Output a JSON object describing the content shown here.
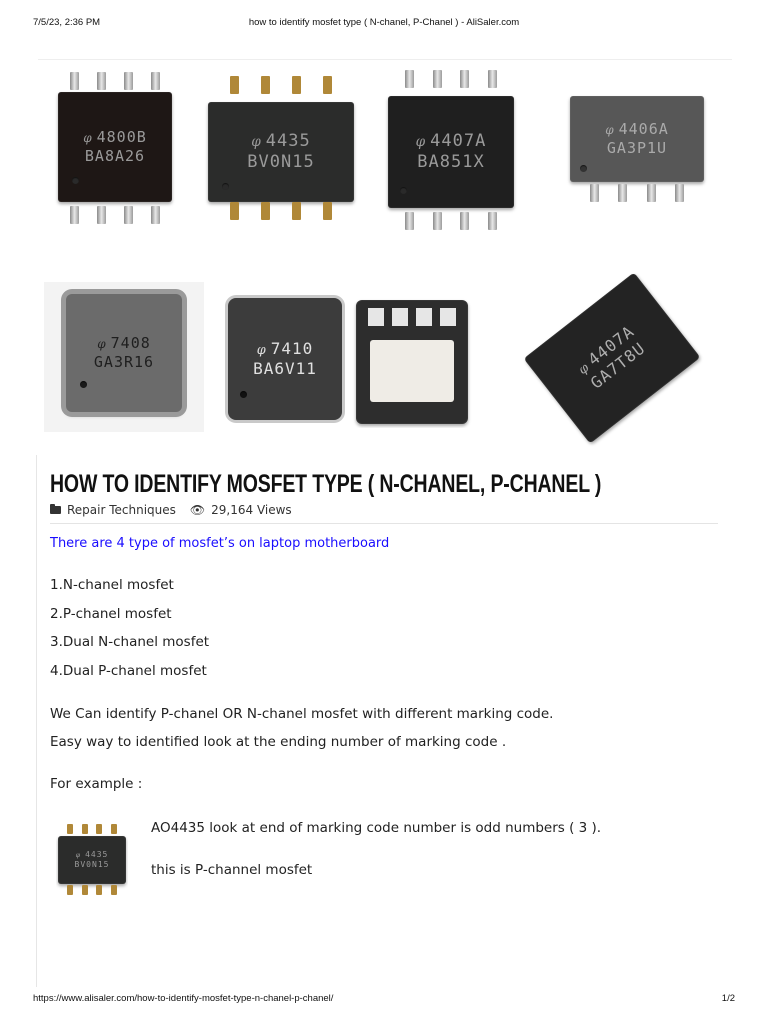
{
  "print_header": {
    "datetime": "7/5/23, 2:36 PM",
    "title": "how to identify mosfet type ( N-chanel, P-Chanel ) - AliSaler.com"
  },
  "print_footer": {
    "url": "https://www.alisaler.com/how-to-identify-mosfet-type-n-chanel-p-chanel/",
    "page": "1/2"
  },
  "hero_chips": [
    {
      "line1": "4800B",
      "line2": "BA8A26"
    },
    {
      "line1": "4435",
      "line2": "BV0N15"
    },
    {
      "line1": "4407A",
      "line2": "BA851X"
    },
    {
      "line1": "4406A",
      "line2": "GA3P1U"
    },
    {
      "line1": "7408",
      "line2": "GA3R16"
    },
    {
      "line1": "7410",
      "line2": "BA6V11"
    },
    {
      "line1": "4407A",
      "line2": "GA7T8U"
    }
  ],
  "article": {
    "title": "HOW TO IDENTIFY MOSFET TYPE ( N-CHANEL, P-CHANEL )",
    "category": "Repair Techniques",
    "views": "29,164 Views",
    "lead": "There are 4 type of mosfet’s on laptop motherboard",
    "types": [
      "1.N-chanel mosfet",
      "2.P-chanel mosfet",
      "3.Dual N-chanel mosfet",
      "4.Dual P-chanel mosfet"
    ],
    "para1": "We Can identify P-chanel OR N-chanel mosfet with different marking code.",
    "para2": "Easy way to identified look at the ending number of marking code .",
    "example_label": "For example :",
    "example_chip": {
      "line1": "4435",
      "line2": "BV0N15"
    },
    "example_text1": "AO4435 look at end of marking code number is odd numbers ( 3 ).",
    "example_text2": "this is P-channel mosfet"
  }
}
